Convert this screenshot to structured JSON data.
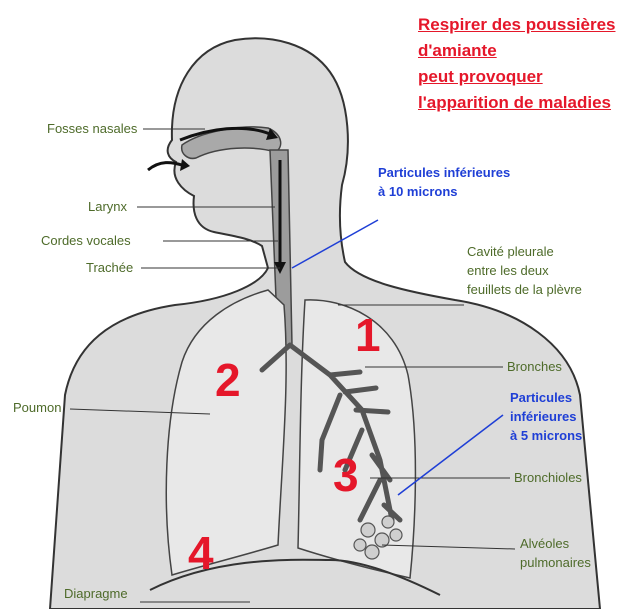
{
  "title_lines": [
    "Respirer des poussières",
    "d'amiante",
    "peut provoquer",
    "l'apparition de maladies"
  ],
  "labels": {
    "fosses_nasales": "Fosses nasales",
    "larynx": "Larynx",
    "cordes_vocales": "Cordes vocales",
    "trachee": "Trachée",
    "poumon": "Poumon",
    "diapragme": "Diapragme",
    "cavite_pleurale": [
      "Cavité pleurale",
      "entre les deux",
      "feuillets de la plèvre"
    ],
    "bronches": "Bronches",
    "bronchioles": "Bronchioles",
    "alveoles": [
      "Alvéoles",
      "pulmonaires"
    ]
  },
  "particles": {
    "p10": [
      "Particules inférieures",
      "à 10 microns"
    ],
    "p5": [
      "Particules",
      "inférieures",
      "à 5 microns"
    ]
  },
  "zone_numbers": [
    "1",
    "2",
    "3",
    "4"
  ],
  "colors": {
    "title": "#e5172a",
    "label": "#4e6b2a",
    "particles": "#1f3fd6",
    "numbers": "#e5172a",
    "body_fill": "#dcdcdc"
  }
}
